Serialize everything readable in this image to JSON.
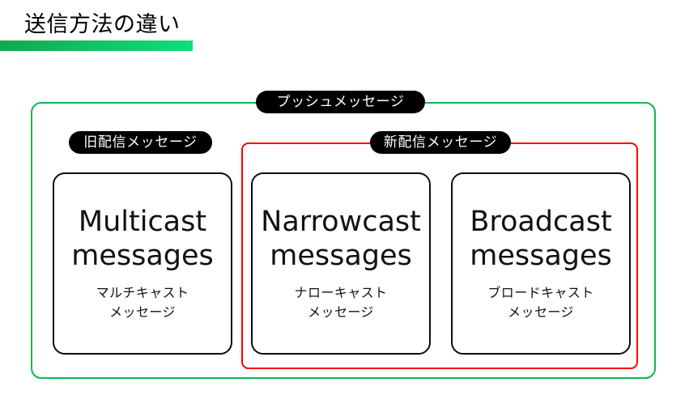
{
  "slide": {
    "title": "送信方法の違い",
    "accent_bar": {
      "gradient_from": "#13a84c",
      "gradient_to": "#12dd7c"
    }
  },
  "groups": {
    "push": {
      "label": "プッシュメッセージ",
      "border_color": "#12b552"
    },
    "old_delivery": {
      "label": "旧配信メッセージ"
    },
    "new_delivery": {
      "label": "新配信メッセージ",
      "border_color": "#fe0000"
    }
  },
  "cards": [
    {
      "title_en_line1": "Multicast",
      "title_en_line2": "messages",
      "title_ja_line1": "マルチキャスト",
      "title_ja_line2": "メッセージ"
    },
    {
      "title_en_line1": "Narrowcast",
      "title_en_line2": "messages",
      "title_ja_line1": "ナローキャスト",
      "title_ja_line2": "メッセージ"
    },
    {
      "title_en_line1": "Broadcast",
      "title_en_line2": "messages",
      "title_ja_line1": "ブロードキャスト",
      "title_ja_line2": "メッセージ"
    }
  ]
}
